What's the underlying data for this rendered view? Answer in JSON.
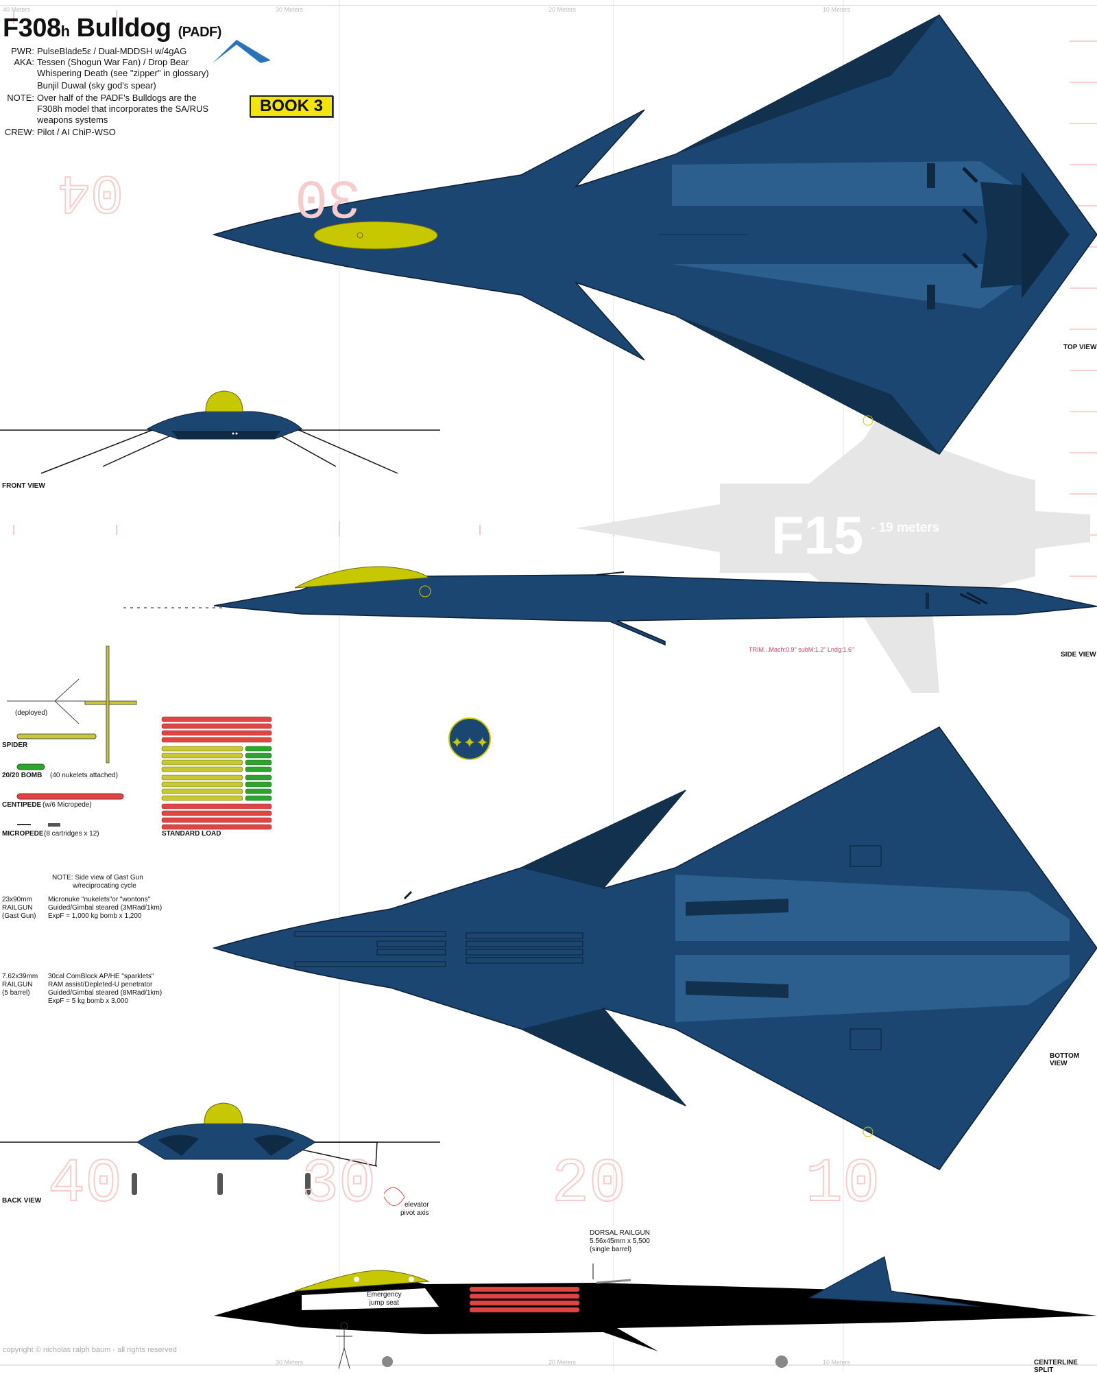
{
  "header": {
    "title_main": "F308",
    "title_sub": "h",
    "title_name": "Bulldog",
    "title_org": "(PADF)",
    "book_label": "BOOK 3",
    "specs": [
      {
        "label": "PWR:",
        "lines": [
          "PulseBlade5ε / Dual-MDDSH w/4gAG"
        ]
      },
      {
        "label": "AKA:",
        "lines": [
          "Tessen (Shogun War Fan) / Drop Bear",
          "Whispering Death (see \"zipper\" in glossary)",
          "Bunjil Duwal (sky god's spear)"
        ]
      },
      {
        "label": "NOTE:",
        "lines": [
          "Over half of the PADF's Bulldogs are the",
          "F308h model that incorporates the SA/RUS",
          "weapons systems"
        ]
      },
      {
        "label": "CREW:",
        "lines": [
          "Pilot / AI ChiP-WSO"
        ]
      }
    ]
  },
  "views": {
    "top": "TOP VIEW",
    "front": "FRONT VIEW",
    "side": "SIDE VIEW",
    "bottom": "BOTTOM VIEW",
    "back": "BACK VIEW",
    "centerline": "CENTERLINE SPLIT"
  },
  "ruler": {
    "labels": [
      "40 Meters",
      "30 Meters",
      "20 Meters",
      "10 Meters"
    ],
    "big_marks": [
      "40",
      "30",
      "20",
      "10"
    ]
  },
  "comparison": {
    "name": "F15",
    "size": "- 19 meters"
  },
  "trim_note": "TRIM...Mach:0.9\" subM:1.2\" Lndg:1.6\"",
  "weapons": {
    "spider": {
      "name": "SPIDER",
      "note": "(deployed)"
    },
    "bomb": {
      "name": "20/20 BOMB",
      "note": "(40 nukelets attached)"
    },
    "centipede": {
      "name": "CENTIPEDE",
      "note": "(w/6 Micropede)"
    },
    "micropede": {
      "name": "MICROPEDE",
      "note": "(8 cartridges x 12)"
    },
    "standard_load": "STANDARD LOAD"
  },
  "guns": {
    "gast_note": [
      "NOTE: Side view of Gast Gun",
      "w/reciprocating cycle"
    ],
    "railgun1": {
      "spec": [
        "23x90mm",
        "RAILGUN",
        "(Gast Gun)"
      ],
      "desc": [
        "Micronuke \"nukelets\"or \"wontons\"",
        "Guided/Gimbal steared (3MRad/1km)",
        "ExpF = 1,000 kg bomb x 1,200"
      ]
    },
    "railgun2": {
      "spec": [
        "7.62x39mm",
        "RAILGUN",
        "(5 barrel)"
      ],
      "desc": [
        "30cal ComBlock AP/HE \"sparklets\"",
        "RAM assist/Depleted-U penetrator",
        "Guided/Gimbal steared (8MRad/1km)",
        "ExpF = 5 kg bomb x 3,000"
      ]
    }
  },
  "annotations": {
    "elevator": [
      "elevator",
      "pivot axis"
    ],
    "dorsal": [
      "DORSAL RAILGUN",
      "5.56x45mm x 5,500",
      "(single barrel)"
    ],
    "emergency": [
      "Emergency",
      "jump seat"
    ]
  },
  "copyright": "copyright © nicholas ralph baum - all rights reserved",
  "colors": {
    "hull": "#1b4671",
    "hull_dark": "#12314f",
    "panel": "#2c5f8e",
    "canopy": "#c8c800",
    "missile_red": "#e04545",
    "missile_yellow": "#c8c832",
    "missile_green": "#2ea32e",
    "ghost": "#e6e6e6",
    "ruler_mark": "#f2b8b8"
  }
}
